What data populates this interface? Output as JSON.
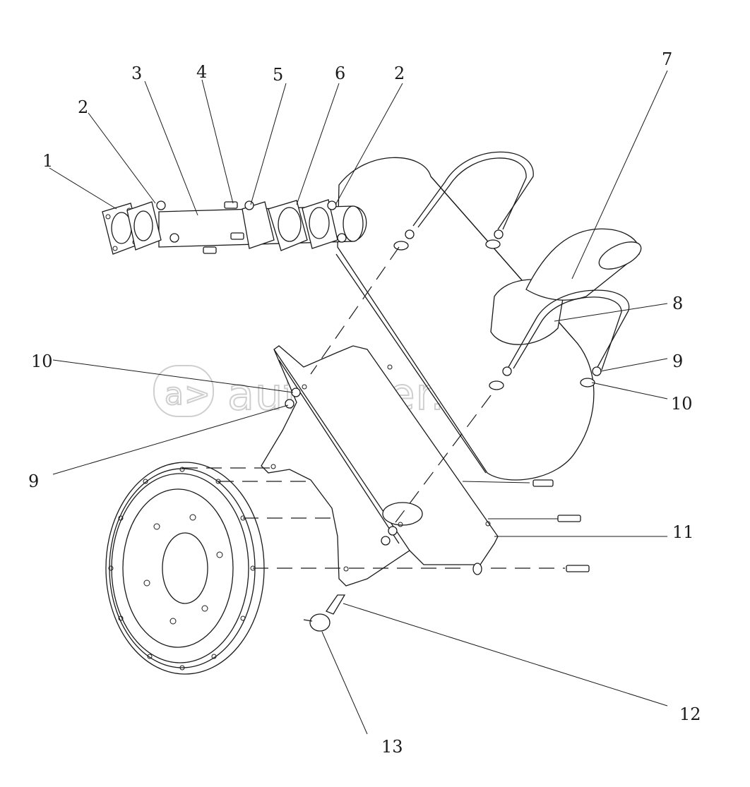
{
  "callouts": [
    {
      "id": "c1",
      "label": "1"
    },
    {
      "id": "c2a",
      "label": "2"
    },
    {
      "id": "c3",
      "label": "3"
    },
    {
      "id": "c4",
      "label": "4"
    },
    {
      "id": "c5",
      "label": "5"
    },
    {
      "id": "c6",
      "label": "6"
    },
    {
      "id": "c2b",
      "label": "2"
    },
    {
      "id": "c7",
      "label": "7"
    },
    {
      "id": "c8",
      "label": "8"
    },
    {
      "id": "c9a",
      "label": "9"
    },
    {
      "id": "c10a",
      "label": "10"
    },
    {
      "id": "c10b",
      "label": "10"
    },
    {
      "id": "c9b",
      "label": "9"
    },
    {
      "id": "c11",
      "label": "11"
    },
    {
      "id": "c12",
      "label": "12"
    },
    {
      "id": "c13",
      "label": "13"
    }
  ],
  "watermark": {
    "text": "autopiter.ru",
    "color": "#cfcfcf"
  },
  "colors": {
    "line": "#1a1a1a",
    "background": "#ffffff"
  }
}
